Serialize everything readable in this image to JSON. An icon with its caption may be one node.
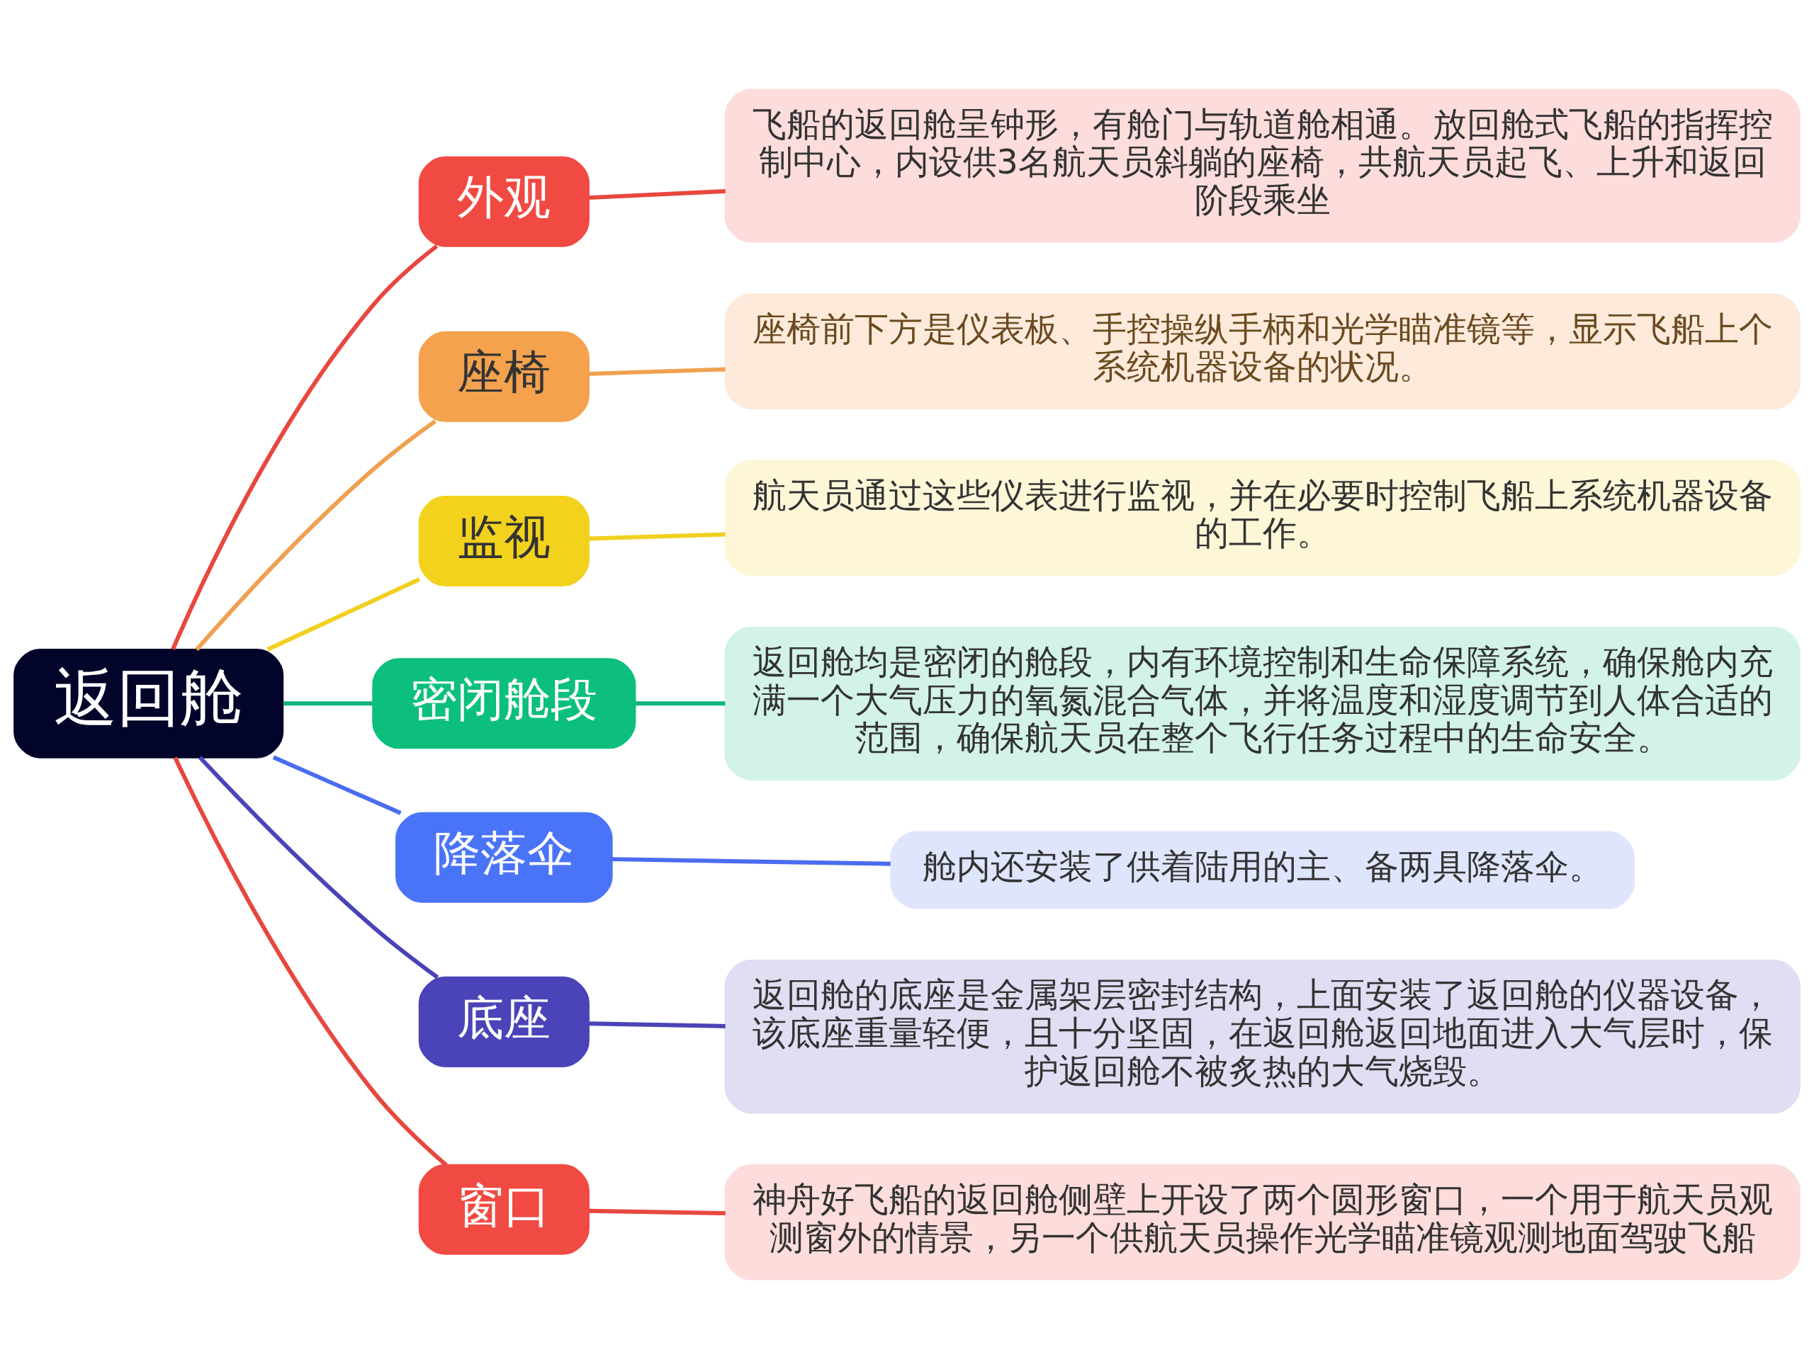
{
  "diagram": {
    "nodes": [
      {
        "text": [
          "返回舱"
        ]
      },
      {
        "text": [
          "外观"
        ]
      },
      {
        "text": [
          "座椅"
        ]
      },
      {
        "text": [
          "监视"
        ]
      },
      {
        "text": [
          "密闭舱段"
        ]
      },
      {
        "text": [
          "降落伞"
        ]
      },
      {
        "text": [
          "底座"
        ]
      },
      {
        "text": [
          "窗口"
        ]
      },
      {
        "text": [
          "飞船的返回舱呈钟形，有舱门与轨道舱相通。放回舱式飞船的指挥控制中心，内设供3名航天员斜躺的座椅，共航天员起飞、上升和返回阶段乘坐"
        ]
      },
      {
        "text": [
          "座椅前下方是仪表板、手控操纵手柄和光学瞄准镜等，显示飞船上个系统机器设备的状况。"
        ]
      },
      {
        "text": [
          "航天员通过这些仪表进行监视，并在必要时控制飞船上系统机器设备的工作。"
        ]
      },
      {
        "text": [
          "返回舱均是密闭的舱段，内有环境控制和生命保障系统，确保舱内充满一个大气压力的氧氮混合气体，并将温度和湿度调节到人体合适的范围，确保航天员在整个飞行任务过程中的生命安全。"
        ]
      },
      {
        "text": [
          "舱内还安装了供着陆用的主、备两具降落伞。"
        ]
      },
      {
        "text": [
          "返回舱的底座是金属架层密封结构，上面安装了返回舱的仪器设备，该底座重量轻便，且十分坚固，在返回舱返回地面进入大气层时，保护返回舱不被炙热的大气烧毁。"
        ]
      },
      {
        "text": [
          "神舟好飞船的返回舱侧壁上开设了两个圆形窗口，一个用于航天员观测窗外的情景，另一个供航天员操作光学瞄准镜观测地面驾驶飞船"
        ]
      }
    ],
    "edges": [
      {
        "from": 0,
        "to": 1,
        "arrow": "none",
        "color": "#e8473f"
      },
      {
        "from": 0,
        "to": 2,
        "arrow": "none",
        "color": "#f0a050"
      },
      {
        "from": 0,
        "to": 3,
        "arrow": "none",
        "color": "#f0d020"
      },
      {
        "from": 0,
        "to": 4,
        "arrow": "none",
        "color": "#10b87a"
      },
      {
        "from": 0,
        "to": 5,
        "arrow": "none",
        "color": "#4a6cf0"
      },
      {
        "from": 0,
        "to": 6,
        "arrow": "none",
        "color": "#4a44b8"
      },
      {
        "from": 0,
        "to": 7,
        "arrow": "none",
        "color": "#e8473f"
      },
      {
        "from": 1,
        "to": 8,
        "arrow": "none",
        "color": "#e8473f"
      },
      {
        "from": 2,
        "to": 9,
        "arrow": "none",
        "color": "#f0a050"
      },
      {
        "from": 3,
        "to": 10,
        "arrow": "none",
        "color": "#f0d020"
      },
      {
        "from": 4,
        "to": 11,
        "arrow": "none",
        "color": "#10b87a"
      },
      {
        "from": 5,
        "to": 12,
        "arrow": "none",
        "color": "#4a6cf0"
      },
      {
        "from": 6,
        "to": 13,
        "arrow": "none",
        "color": "#4a44b8"
      },
      {
        "from": 7,
        "to": 14,
        "arrow": "none",
        "color": "#e8473f"
      }
    ]
  }
}
